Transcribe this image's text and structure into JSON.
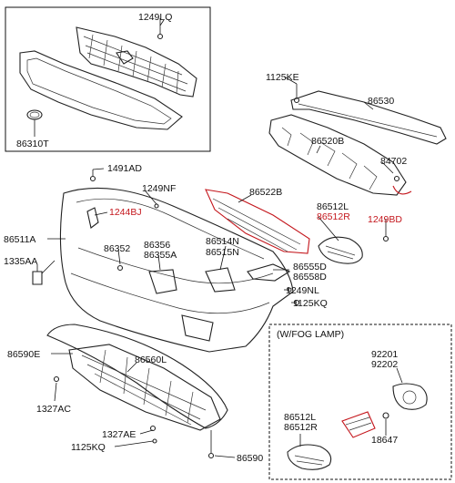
{
  "labels": {
    "l_1249LQ": "1249LQ",
    "l_86310T": "86310T",
    "l_1125KE": "1125KE",
    "l_86530": "86530",
    "l_86520B": "86520B",
    "l_84702": "84702",
    "l_1491AD": "1491AD",
    "l_1249NF": "1249NF",
    "l_1244BJ": "1244BJ",
    "l_86522B": "86522B",
    "l_86512L_a": "86512L",
    "l_86512R_a": "86512R",
    "l_1249BD": "1249BD",
    "l_86511A": "86511A",
    "l_86352": "86352",
    "l_86356": "86356",
    "l_86355A": "86355A",
    "l_86514N": "86514N",
    "l_86515N": "86515N",
    "l_1335AA": "1335AA",
    "l_86555D": "86555D",
    "l_86558D": "86558D",
    "l_1249NL": "1249NL",
    "l_1125KQ_a": "1125KQ",
    "l_fog": "(W/FOG LAMP)",
    "l_86590E": "86590E",
    "l_86560L": "86560L",
    "l_92201": "92201",
    "l_92202": "92202",
    "l_1327AC": "1327AC",
    "l_86512L_b": "86512L",
    "l_86512R_b": "86512R",
    "l_18647": "18647",
    "l_1327AE": "1327AE",
    "l_1125KQ_b": "1125KQ",
    "l_86590": "86590"
  },
  "colors": {
    "highlight": "#c4161c",
    "line": "#111111"
  }
}
